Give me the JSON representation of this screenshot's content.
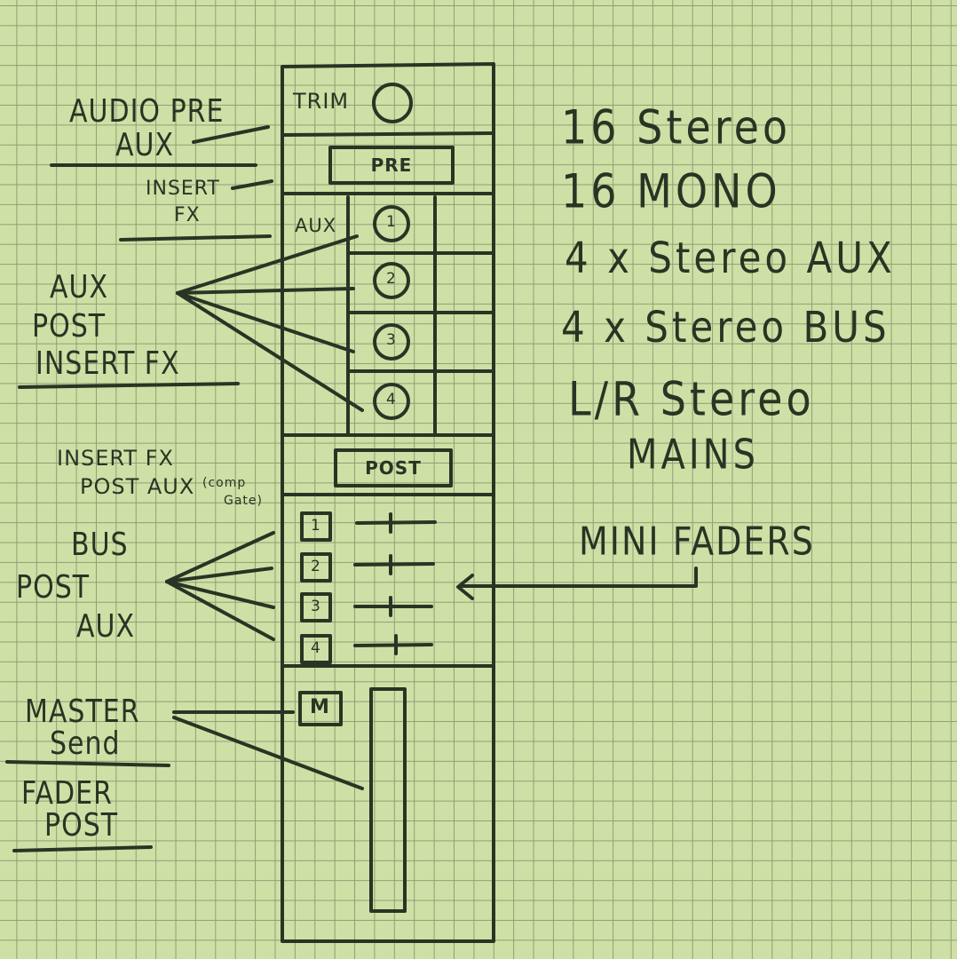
{
  "strip": {
    "trim_label": "TRIM",
    "pre_label": "PRE",
    "aux_label": "AUX",
    "aux_knobs": [
      "1",
      "2",
      "3",
      "4"
    ],
    "post_label": "POST",
    "bus_buttons": [
      "1",
      "2",
      "3",
      "4"
    ],
    "master_button": "M"
  },
  "annotations": {
    "audio_pre_aux": [
      "AUDIO PRE",
      "AUX"
    ],
    "insert_fx": [
      "INSERT",
      "FX"
    ],
    "aux_post_insert_fx": [
      "AUX",
      "POST",
      "INSERT FX"
    ],
    "insert_fx_post_aux": [
      "INSERT FX",
      "POST AUX",
      "(comp",
      "Gate)"
    ],
    "bus_post_aux": [
      "BUS",
      "POST",
      "AUX"
    ],
    "master_send": [
      "MASTER",
      "Send"
    ],
    "fader_post": [
      "FADER",
      "POST"
    ],
    "mini_faders": "MINI FADERS"
  },
  "specs": [
    "16 Stereo",
    "16 MONO",
    "4 x Stereo AUX",
    "4 x Stereo BUS",
    "L/R Stereo",
    "MAINS"
  ]
}
